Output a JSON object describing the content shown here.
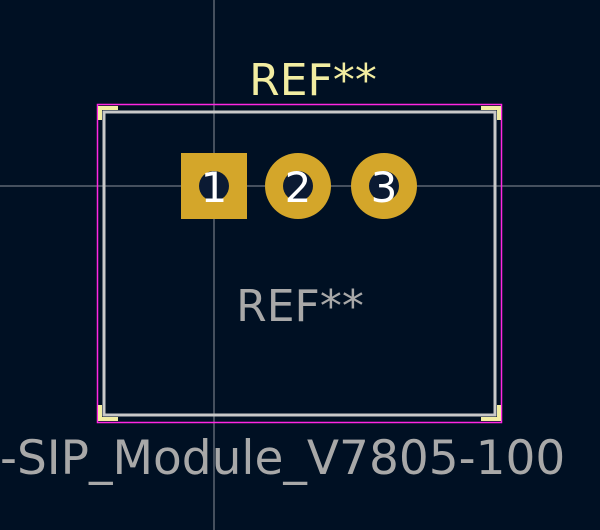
{
  "footprint": {
    "reference_top": "REF**",
    "reference_center": "REF**",
    "value": "-SIP_Module_V7805-100",
    "pads": [
      {
        "number": "1",
        "shape": "square"
      },
      {
        "number": "2",
        "shape": "round"
      },
      {
        "number": "3",
        "shape": "round"
      }
    ]
  },
  "colors": {
    "background": "#001023",
    "courtyard": "#ff26e2",
    "fabrication": "#c8c8c8",
    "silkscreen": "#f2eda1",
    "pad": "#d4a62a",
    "pad_hole": "#0b1a33",
    "pad_number": "#ffffff",
    "crosshair": "#8a8f98",
    "ref_top_text": "#f2eda1",
    "ref_center_text": "#a8a8a8",
    "value_text": "#a8a8a8"
  },
  "icons": [
    "crosshair-icon"
  ]
}
